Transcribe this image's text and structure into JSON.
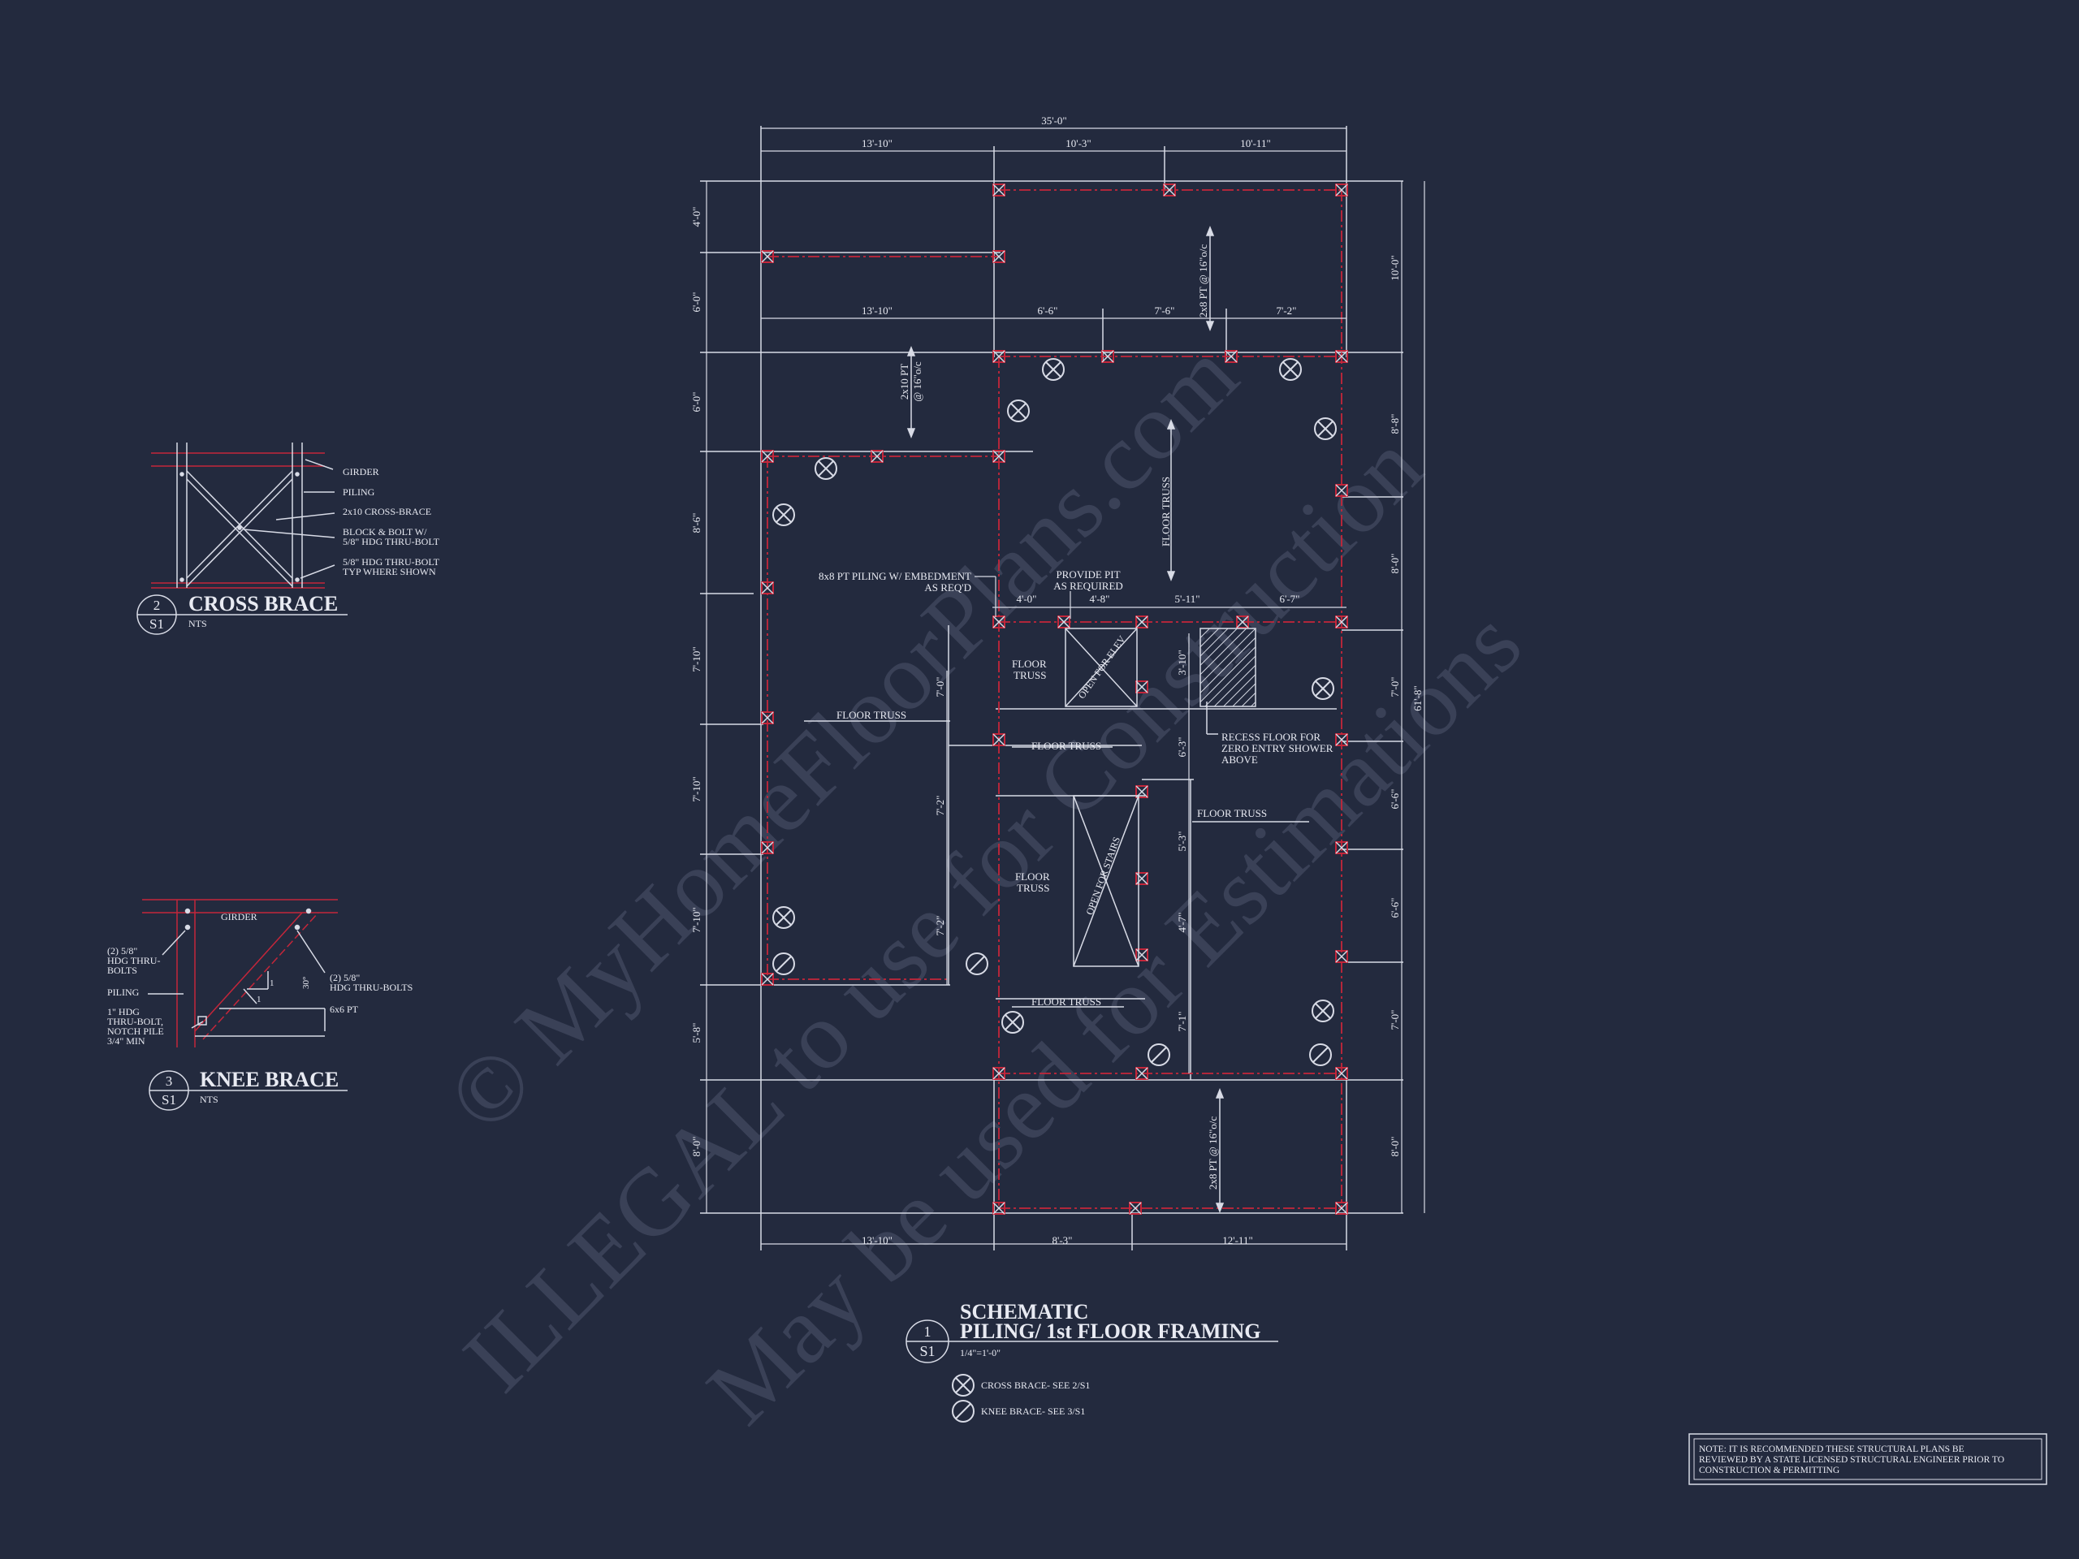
{
  "colors": {
    "background": "#232a3e",
    "line": "#d8dbe6",
    "red": "#c4263a",
    "watermark": "#3a4157"
  },
  "watermark": {
    "line1": "© MyHomeFloorPlans.com",
    "line2": "ILLEGAL to use for Construction",
    "line3": "May be used for Estimations"
  },
  "cross_brace": {
    "labels": {
      "girder": "GIRDER",
      "piling": "PILING",
      "brace": "2x10 CROSS-BRACE",
      "block1": "BLOCK & BOLT W/",
      "block2": "5/8\" HDG THRU-BOLT",
      "bolt1": "5/8\" HDG THRU-BOLT",
      "bolt2": "TYP WHERE SHOWN"
    },
    "tag_num": "2",
    "tag_sheet": "S1",
    "title": "CROSS BRACE",
    "scale": "NTS"
  },
  "knee_brace": {
    "labels": {
      "girder": "GIRDER",
      "left_a1": "(2) 5/8\"",
      "left_a2": "HDG THRU-",
      "left_a3": "BOLTS",
      "piling": "PILING",
      "left_b1": "1\" HDG",
      "left_b2": "THRU-BOLT,",
      "left_b3": "NOTCH PILE",
      "left_b4": "3/4\" MIN",
      "right_a1": "(2) 5/8\"",
      "right_a2": "HDG THRU-BOLTS",
      "member": "6x6 PT",
      "angle": "30°",
      "slope1": "1",
      "slope2": "1"
    },
    "tag_num": "3",
    "tag_sheet": "S1",
    "title": "KNEE BRACE",
    "scale": "NTS"
  },
  "plan": {
    "top_dims": {
      "overall": "35'-0\"",
      "seg1": "13'-10\"",
      "seg2": "10'-3\"",
      "seg3": "10'-11\"",
      "row2_seg1": "13'-10\"",
      "row2_seg2": "6'-6\"",
      "row2_seg3": "7'-6\"",
      "row2_seg4": "7'-2\""
    },
    "bottom_dims": {
      "seg1": "13'-10\"",
      "seg2": "8'-3\"",
      "seg3": "12'-11\""
    },
    "left_dims": [
      "4'-0\"",
      "6'-0\"",
      "6'-0\"",
      "8'-6\"",
      "7'-10\"",
      "7'-10\"",
      "7'-10\"",
      "5'-8\"",
      "8'-0\""
    ],
    "right_dims": [
      "10'-0\"",
      "8'-8\"",
      "8'-0\"",
      "7'-0\"",
      "6'-6\"",
      "6'-6\"",
      "7'-0\"",
      "8'-0\""
    ],
    "overall_right": "61'-8\"",
    "inner_dims": {
      "d_40": "4'-0\"",
      "d_48": "4'-8\"",
      "d_511": "5'-11\"",
      "d_67": "6'-7\"",
      "d_310": "3'-10\"",
      "d_63": "6'-3\"",
      "d_53": "5'-3\"",
      "d_47": "4'-7\"",
      "d_71": "7'-1\"",
      "d_70a": "7'-0\"",
      "d_72": "7'-2\"",
      "d_72b": "7'-2\""
    },
    "notes": {
      "joist1": "2x8 PT @ 16\"o/c",
      "joist2a": "2x10 PT",
      "joist2b": "@ 16\"o/c",
      "joist3": "2x8 PT @ 16\"o/c",
      "truss_v": "FLOOR TRUSS",
      "truss_left": "FLOOR TRUSS",
      "truss_mid1": "FLOOR TRUSS",
      "truss_right": "FLOOR TRUSS",
      "truss_bottom": "FLOOR TRUSS",
      "truss_s1a": "FLOOR",
      "truss_s1b": "TRUSS",
      "truss_s2a": "FLOOR",
      "truss_s2b": "TRUSS",
      "piling1": "8x8 PT PILING W/ EMBEDMENT",
      "piling2": "AS REQ'D",
      "pit1": "PROVIDE PIT",
      "pit2": "AS REQUIRED",
      "elev": "OPEN FOR ELEV",
      "stairs": "OPEN FOR STAIRS",
      "recess1": "RECESS FLOOR FOR",
      "recess2": "ZERO ENTRY SHOWER",
      "recess3": "ABOVE"
    }
  },
  "title_block": {
    "tag_num": "1",
    "tag_sheet": "S1",
    "line1": "SCHEMATIC",
    "line2": "PILING/ 1st FLOOR FRAMING",
    "scale": "1/4\"=1'-0\""
  },
  "legend": [
    {
      "icon": "cross-brace-symbol-icon",
      "label": "CROSS BRACE- SEE 2/S1"
    },
    {
      "icon": "knee-brace-symbol-icon",
      "label": "KNEE BRACE- SEE 3/S1"
    }
  ],
  "note_box": {
    "line1": "NOTE: IT IS RECOMMENDED THESE STRUCTURAL PLANS BE",
    "line2": "REVIEWED BY A STATE LICENSED STRUCTURAL ENGINEER PRIOR TO",
    "line3": "CONSTRUCTION & PERMITTING"
  }
}
